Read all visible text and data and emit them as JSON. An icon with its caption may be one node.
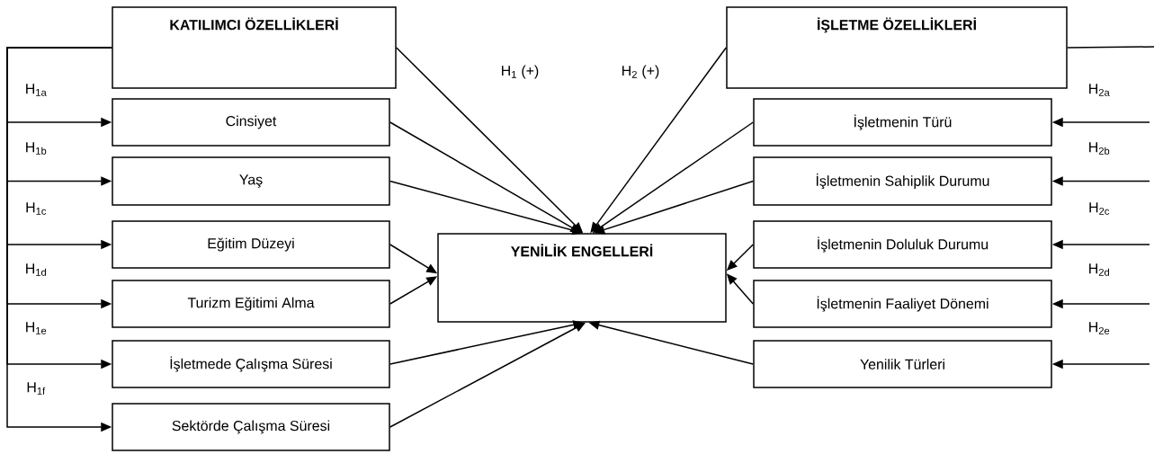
{
  "diagram": {
    "nodes": [
      {
        "text": [
          "KATILIMCI ÖZELLİKLERİ"
        ]
      },
      {
        "text": [
          "Cinsiyet"
        ]
      },
      {
        "text": [
          "Yaş"
        ]
      },
      {
        "text": [
          "Eğitim Düzeyi"
        ]
      },
      {
        "text": [
          "Turizm Eğitimi Alma"
        ]
      },
      {
        "text": [
          "İşletmede Çalışma Süresi"
        ]
      },
      {
        "text": [
          "Sektörde Çalışma Süresi"
        ]
      },
      {
        "text": [
          "YENİLİK ENGELLERİ"
        ]
      },
      {
        "text": [
          "İŞLETME ÖZELLİKLERİ"
        ]
      },
      {
        "text": [
          "İşletmenin Türü"
        ]
      },
      {
        "text": [
          "İşletmenin Sahiplik Durumu"
        ]
      },
      {
        "text": [
          "İşletmenin Doluluk Durumu"
        ]
      },
      {
        "text": [
          "İşletmenin Faaliyet Dönemi"
        ]
      },
      {
        "text": [
          "Yenilik Türleri"
        ]
      }
    ],
    "edges": [
      {
        "from": 0,
        "to": 1,
        "arrow": "to",
        "label": "H$_{1a}$"
      },
      {
        "from": 0,
        "to": 2,
        "arrow": "to",
        "label": "H$_{1b}$"
      },
      {
        "from": 0,
        "to": 3,
        "arrow": "to",
        "label": "H$_{1c}$"
      },
      {
        "from": 0,
        "to": 4,
        "arrow": "to",
        "label": "H$_{1d}$"
      },
      {
        "from": 0,
        "to": 5,
        "arrow": "to",
        "label": "H$_{1e}$"
      },
      {
        "from": 0,
        "to": 6,
        "arrow": "to",
        "label": "H$_{1f}$"
      },
      {
        "from": 1,
        "to": 7,
        "arrow": "to"
      },
      {
        "from": 2,
        "to": 7,
        "arrow": "to"
      },
      {
        "from": 3,
        "to": 7,
        "arrow": "to"
      },
      {
        "from": 4,
        "to": 7,
        "arrow": "to"
      },
      {
        "from": 5,
        "to": 7,
        "arrow": "to"
      },
      {
        "from": 6,
        "to": 7,
        "arrow": "to"
      },
      {
        "from": 0,
        "to": 7,
        "arrow": "to",
        "label": "H$_{1}$ (+)"
      },
      {
        "from": 8,
        "to": 7,
        "arrow": "to",
        "label": "H$_{2}$ (+)"
      },
      {
        "from": 9,
        "to": 7,
        "arrow": "to"
      },
      {
        "from": 10,
        "to": 7,
        "arrow": "to"
      },
      {
        "from": 11,
        "to": 7,
        "arrow": "to"
      },
      {
        "from": 12,
        "to": 7,
        "arrow": "to"
      },
      {
        "from": 13,
        "to": 7,
        "arrow": "to"
      },
      {
        "from": 8,
        "to": null,
        "arrow": "none"
      },
      {
        "from": null,
        "to": 9,
        "arrow": "to",
        "label": "H$_{2a}$"
      },
      {
        "from": null,
        "to": 10,
        "arrow": "to",
        "label": "H$_{2b}$"
      },
      {
        "from": null,
        "to": 11,
        "arrow": "to",
        "label": "H$_{2c}$"
      },
      {
        "from": null,
        "to": 12,
        "arrow": "to",
        "label": "H$_{2d}$"
      },
      {
        "from": null,
        "to": 13,
        "arrow": "to",
        "label": "H$_{2e}$"
      }
    ]
  }
}
